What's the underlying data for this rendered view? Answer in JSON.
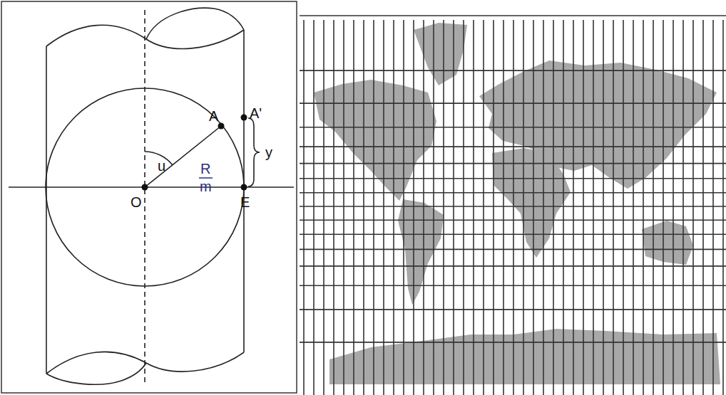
{
  "diagram": {
    "labels": [
      "A",
      "A'",
      "u",
      "R",
      "m",
      "y",
      "O",
      "E"
    ]
  }
}
